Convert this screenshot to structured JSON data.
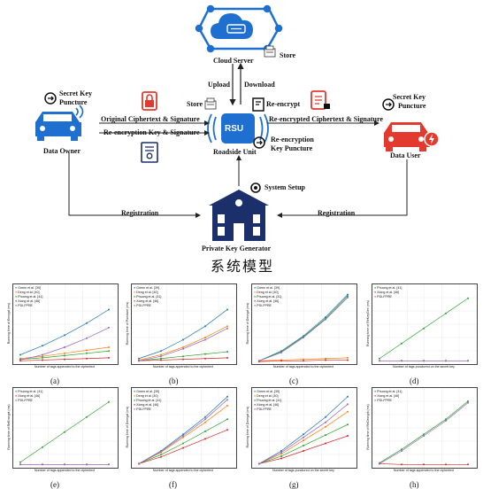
{
  "diagram": {
    "nodes": {
      "cloud_server": "Cloud Server",
      "store_top": "Store",
      "upload": "Upload",
      "download": "Download",
      "data_owner": "Data Owner",
      "data_user": "Data User",
      "rsu_badge": "RSU",
      "roadside_unit": "Roadside Unit",
      "pkg": "Private Key Generator",
      "system_setup": "System Setup",
      "store_mid": "Store",
      "re_encrypt": "Re-encrypt",
      "re_key_puncture_1": "Re-encryption",
      "re_key_puncture_2": "Key Puncture",
      "sk_puncture_left_1": "Secret Key",
      "sk_puncture_left_2": "Puncture",
      "sk_puncture_right_1": "Secret Key",
      "sk_puncture_right_2": "Puncture"
    },
    "edges": {
      "orig_ct": "Original Ciphertext & Signature",
      "reenc_key": "Re-encryption Key & Signature",
      "reenc_ct": "Re-encrypted Ciphertext & Signature",
      "reg_left": "Registration",
      "reg_right": "Registration"
    },
    "title_cn": "系统模型"
  },
  "colors": {
    "accent_blue": "#1f6fd1",
    "accent_red": "#e23a2e",
    "navy": "#1b2f6b"
  },
  "charts": [
    {
      "caption": "(a)",
      "xlabel": "Number of tags appended to the ciphertext",
      "ylabel": "Running time of Encrypt (ms)",
      "legend": [
        "Green et al. [39]",
        "Deng et al. [40]",
        "Phuong et al. [41]",
        "Xiong et al. [46]",
        "PDI-FPRE"
      ]
    },
    {
      "caption": "(b)",
      "xlabel": "Number of tags appended to the ciphertext",
      "ylabel": "Running time of Puncture (ms)",
      "legend": [
        "Green et al. [39]",
        "Deng et al. [40]",
        "Phuong et al. [41]",
        "Xiong et al. [46]",
        "PDI-FPRE"
      ]
    },
    {
      "caption": "(c)",
      "xlabel": "Number of tags appended to the ciphertext",
      "ylabel": "Running time of Decrypt (ms)",
      "legend": [
        "Green et al. [39]",
        "Deng et al. [40]",
        "Phuong et al. [41]",
        "Xiong et al. [46]",
        "PDI-FPRE"
      ]
    },
    {
      "caption": "(d)",
      "xlabel": "Number of tags punctured on the secret key",
      "ylabel": "Running time of ReKeyGen (ms)",
      "legend": [
        "Phuong et al. [41]",
        "Xiong et al. [46]",
        "PDI-FPRE"
      ]
    },
    {
      "caption": "(e)",
      "xlabel": "Number of tags appended to the ciphertext",
      "ylabel": "Running time of ReEncrypt (ms)",
      "legend": [
        "Phuong et al. [41]",
        "Xiong et al. [46]",
        "PDI-FPRE"
      ]
    },
    {
      "caption": "(f)",
      "xlabel": "Number of tags appended to the ciphertext",
      "ylabel": "Running time of Decrypt (ms)",
      "legend": [
        "Green et al. [39]",
        "Deng et al. [40]",
        "Phuong et al. [41]",
        "Xiong et al. [46]",
        "PDI-FPRE"
      ]
    },
    {
      "caption": "(g)",
      "xlabel": "Number of tags punctured on the secret key",
      "ylabel": "Running time of Decrypt (ms)",
      "legend": [
        "Green et al. [39]",
        "Deng et al. [40]",
        "Phuong et al. [41]",
        "Xiong et al. [46]",
        "PDI-FPRE"
      ]
    },
    {
      "caption": "(h)",
      "xlabel": "Number of tags appended to the ciphertext",
      "ylabel": "Running time of ReDecrypt (ms)",
      "legend": [
        "Phuong et al. [41]",
        "Xiong et al. [46]",
        "PDI-FPRE"
      ]
    }
  ]
}
